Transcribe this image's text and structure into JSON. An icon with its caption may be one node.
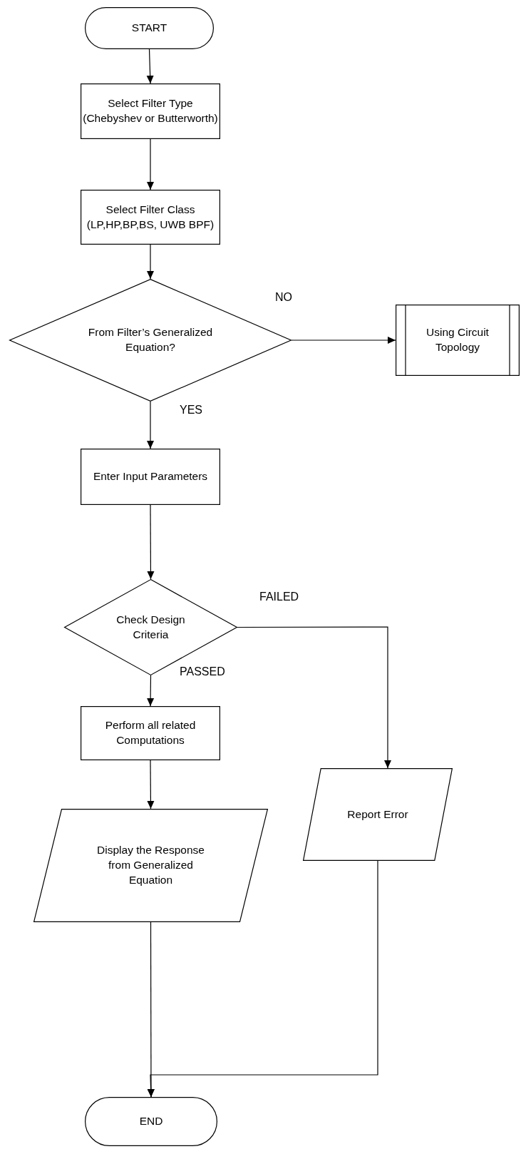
{
  "diagram": {
    "nodes": [
      {
        "text": [
          "START"
        ]
      },
      {
        "text": [
          "Select Filter Type (Chebyshev or Butterworth)"
        ]
      },
      {
        "text": [
          "Select Filter Class (LP,HP,BP,BS, UWB BPF)"
        ]
      },
      {
        "text": [
          "From Filter’s Generalized Equation?"
        ]
      },
      {
        "text": [
          "Using Circuit Topology"
        ]
      },
      {
        "text": [
          "Enter Input Parameters"
        ]
      },
      {
        "text": [
          "Check Design Criteria"
        ]
      },
      {
        "text": [
          "Perform all related Computations"
        ]
      },
      {
        "text": [
          "Display the Response from Generalized Equation"
        ]
      },
      {
        "text": [
          "Report Error"
        ]
      },
      {
        "text": [
          "END"
        ]
      }
    ],
    "edges": [
      {
        "from": 0,
        "to": 1,
        "arrow": "to"
      },
      {
        "from": 1,
        "to": 2,
        "arrow": "to"
      },
      {
        "from": 2,
        "to": 3,
        "arrow": "to"
      },
      {
        "from": 3,
        "to": 4,
        "arrow": "to",
        "label": "NO"
      },
      {
        "from": 3,
        "to": 5,
        "arrow": "to",
        "label": "YES"
      },
      {
        "from": 5,
        "to": 6,
        "arrow": "to"
      },
      {
        "from": 6,
        "to": 9,
        "arrow": "to",
        "label": "FAILED"
      },
      {
        "from": 6,
        "to": 7,
        "arrow": "to",
        "label": "PASSED"
      },
      {
        "from": 7,
        "to": 8,
        "arrow": "to"
      },
      {
        "from": 8,
        "to": 10,
        "arrow": "to"
      },
      {
        "from": 9,
        "to": 10,
        "arrow": "to"
      }
    ]
  }
}
